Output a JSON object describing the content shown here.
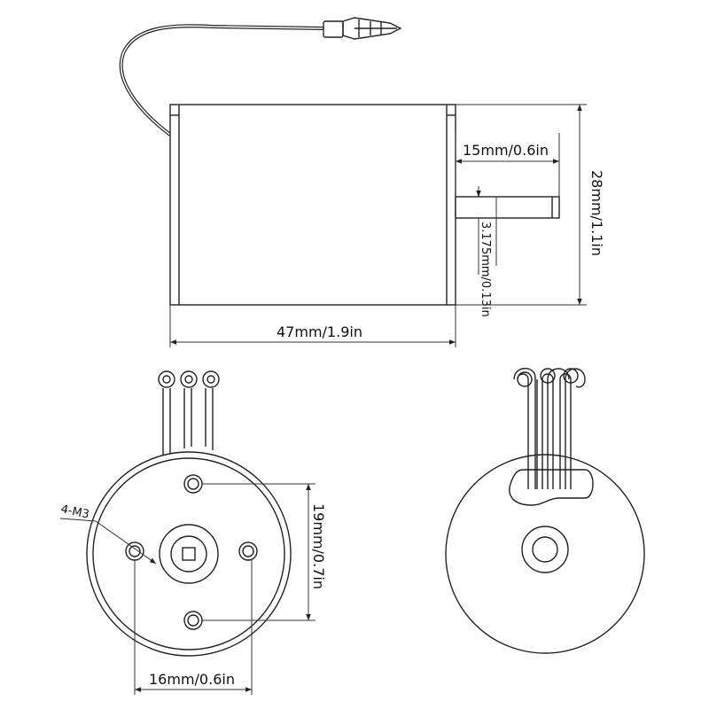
{
  "labels": {
    "shaft_length": "15mm/0.6in",
    "body_height": "28mm/1.1in",
    "shaft_diameter": "3.175mm/0.13in",
    "body_length": "47mm/1.9in",
    "screw_spec": "4-M3",
    "hole_spacing_vertical": "19mm/0.7in",
    "hole_spacing_horizontal": "16mm/0.6in"
  },
  "colors": {
    "line": "#222222",
    "dim": "#333333",
    "background": "#ffffff"
  }
}
